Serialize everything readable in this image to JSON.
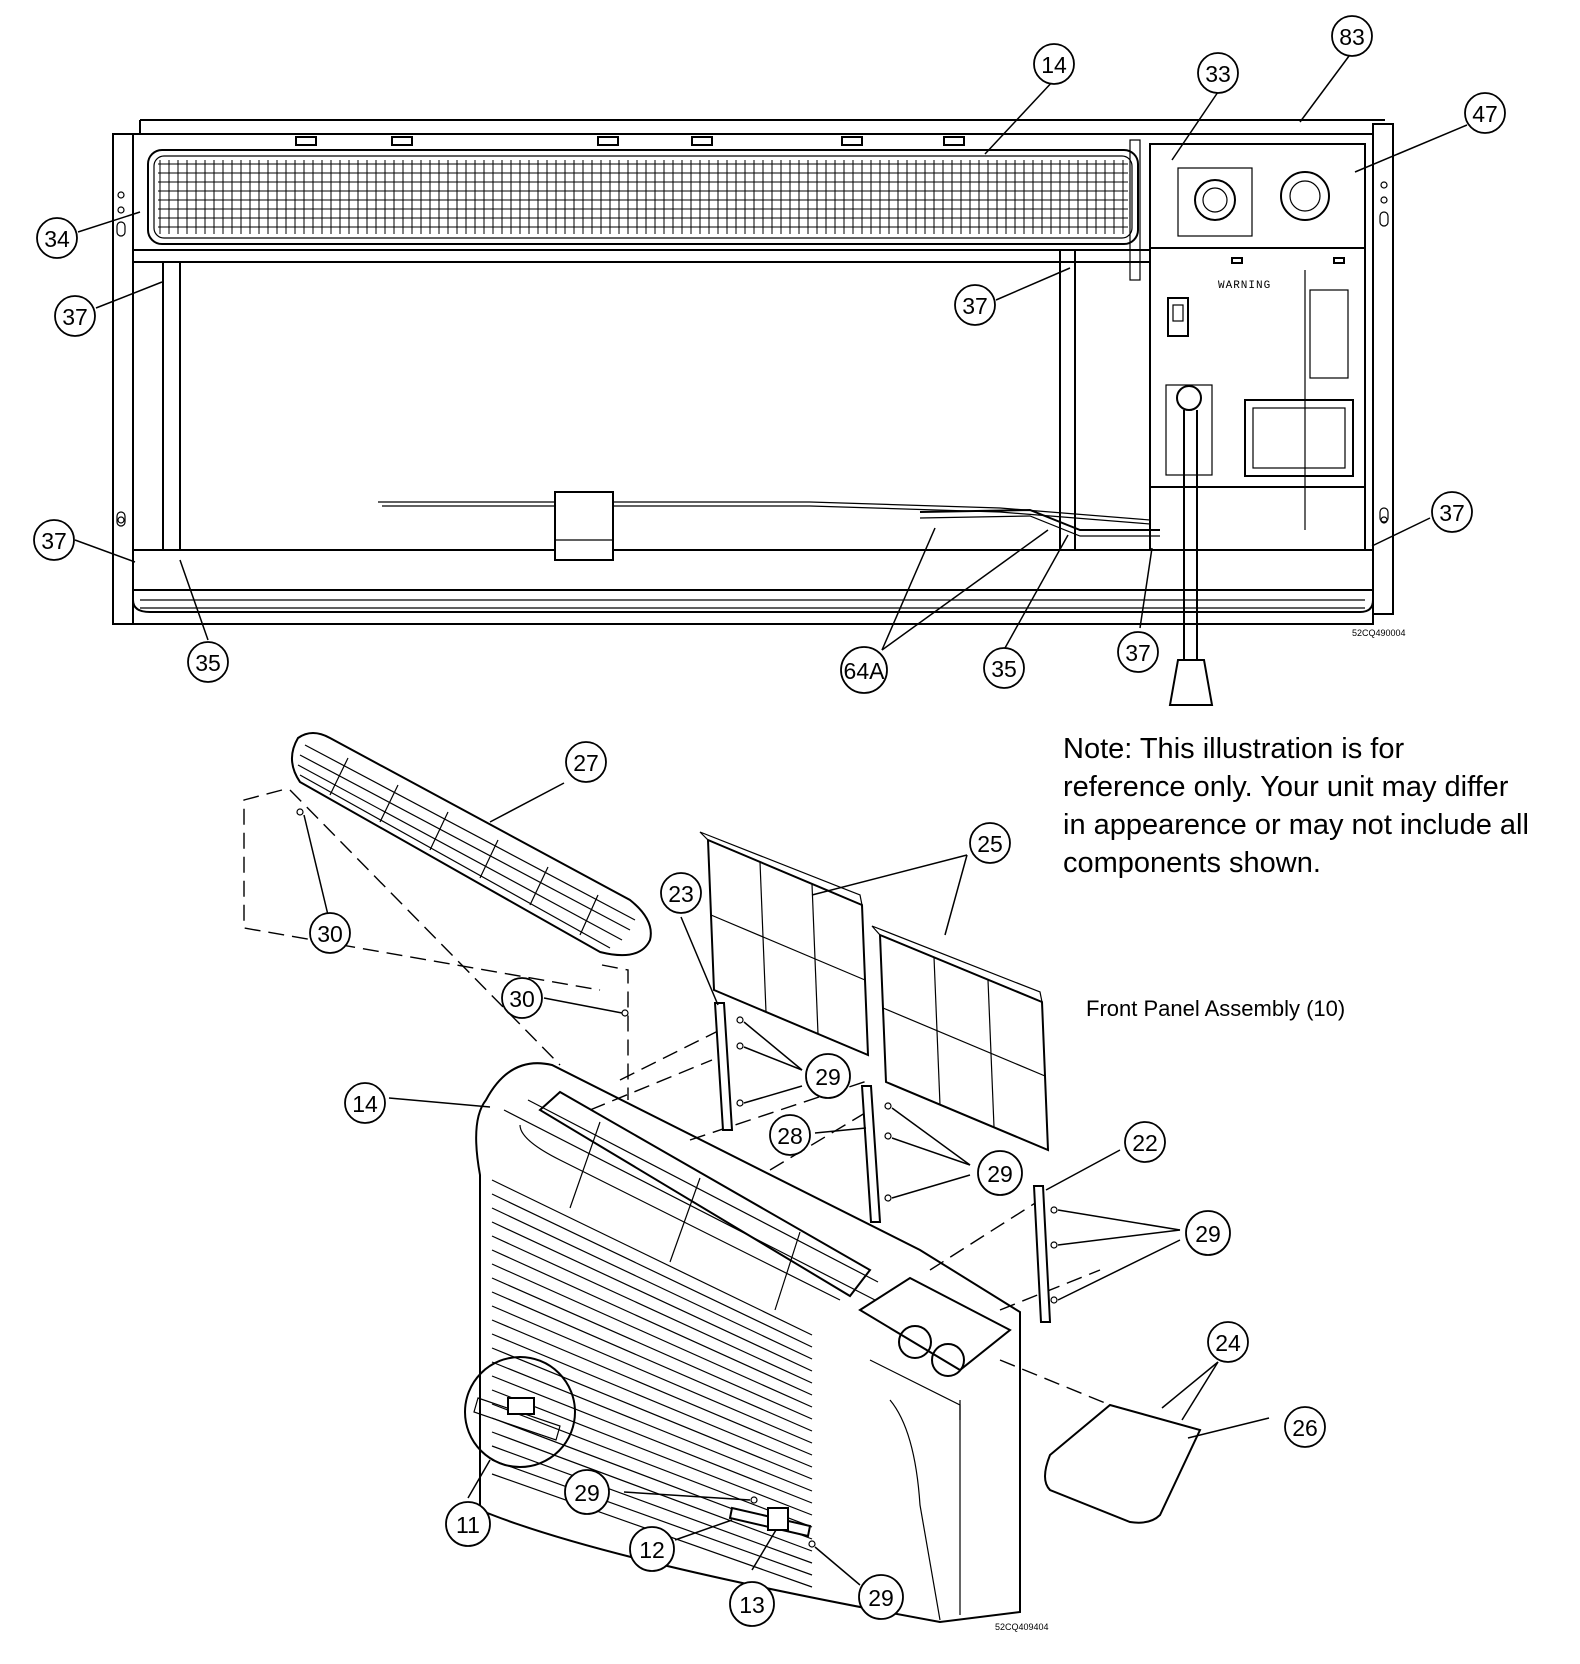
{
  "note": "Note: This illustration is for reference only. Your unit may differ in appearence or may not include all components shown.",
  "assembly_label": "Front Panel Assembly (10)",
  "warning_label": "WARNING",
  "drawing_code_top": "52CQ490004",
  "drawing_code_bottom": "52CQ409404",
  "callouts": [
    {
      "id": "c-83",
      "label": "83"
    },
    {
      "id": "c-14-top",
      "label": "14"
    },
    {
      "id": "c-33",
      "label": "33"
    },
    {
      "id": "c-47",
      "label": "47"
    },
    {
      "id": "c-34",
      "label": "34"
    },
    {
      "id": "c-37-a",
      "label": "37"
    },
    {
      "id": "c-37-b",
      "label": "37"
    },
    {
      "id": "c-37-c",
      "label": "37"
    },
    {
      "id": "c-37-d",
      "label": "37"
    },
    {
      "id": "c-37-e",
      "label": "37"
    },
    {
      "id": "c-35-a",
      "label": "35"
    },
    {
      "id": "c-64a",
      "label": "64A"
    },
    {
      "id": "c-35-b",
      "label": "35"
    },
    {
      "id": "c-27",
      "label": "27"
    },
    {
      "id": "c-25",
      "label": "25"
    },
    {
      "id": "c-23",
      "label": "23"
    },
    {
      "id": "c-30-a",
      "label": "30"
    },
    {
      "id": "c-30-b",
      "label": "30"
    },
    {
      "id": "c-29-a",
      "label": "29"
    },
    {
      "id": "c-14-bottom",
      "label": "14"
    },
    {
      "id": "c-28",
      "label": "28"
    },
    {
      "id": "c-29-b",
      "label": "29"
    },
    {
      "id": "c-22",
      "label": "22"
    },
    {
      "id": "c-29-c",
      "label": "29"
    },
    {
      "id": "c-24",
      "label": "24"
    },
    {
      "id": "c-26",
      "label": "26"
    },
    {
      "id": "c-29-d",
      "label": "29"
    },
    {
      "id": "c-11",
      "label": "11"
    },
    {
      "id": "c-12",
      "label": "12"
    },
    {
      "id": "c-13",
      "label": "13"
    },
    {
      "id": "c-29-e",
      "label": "29"
    }
  ]
}
